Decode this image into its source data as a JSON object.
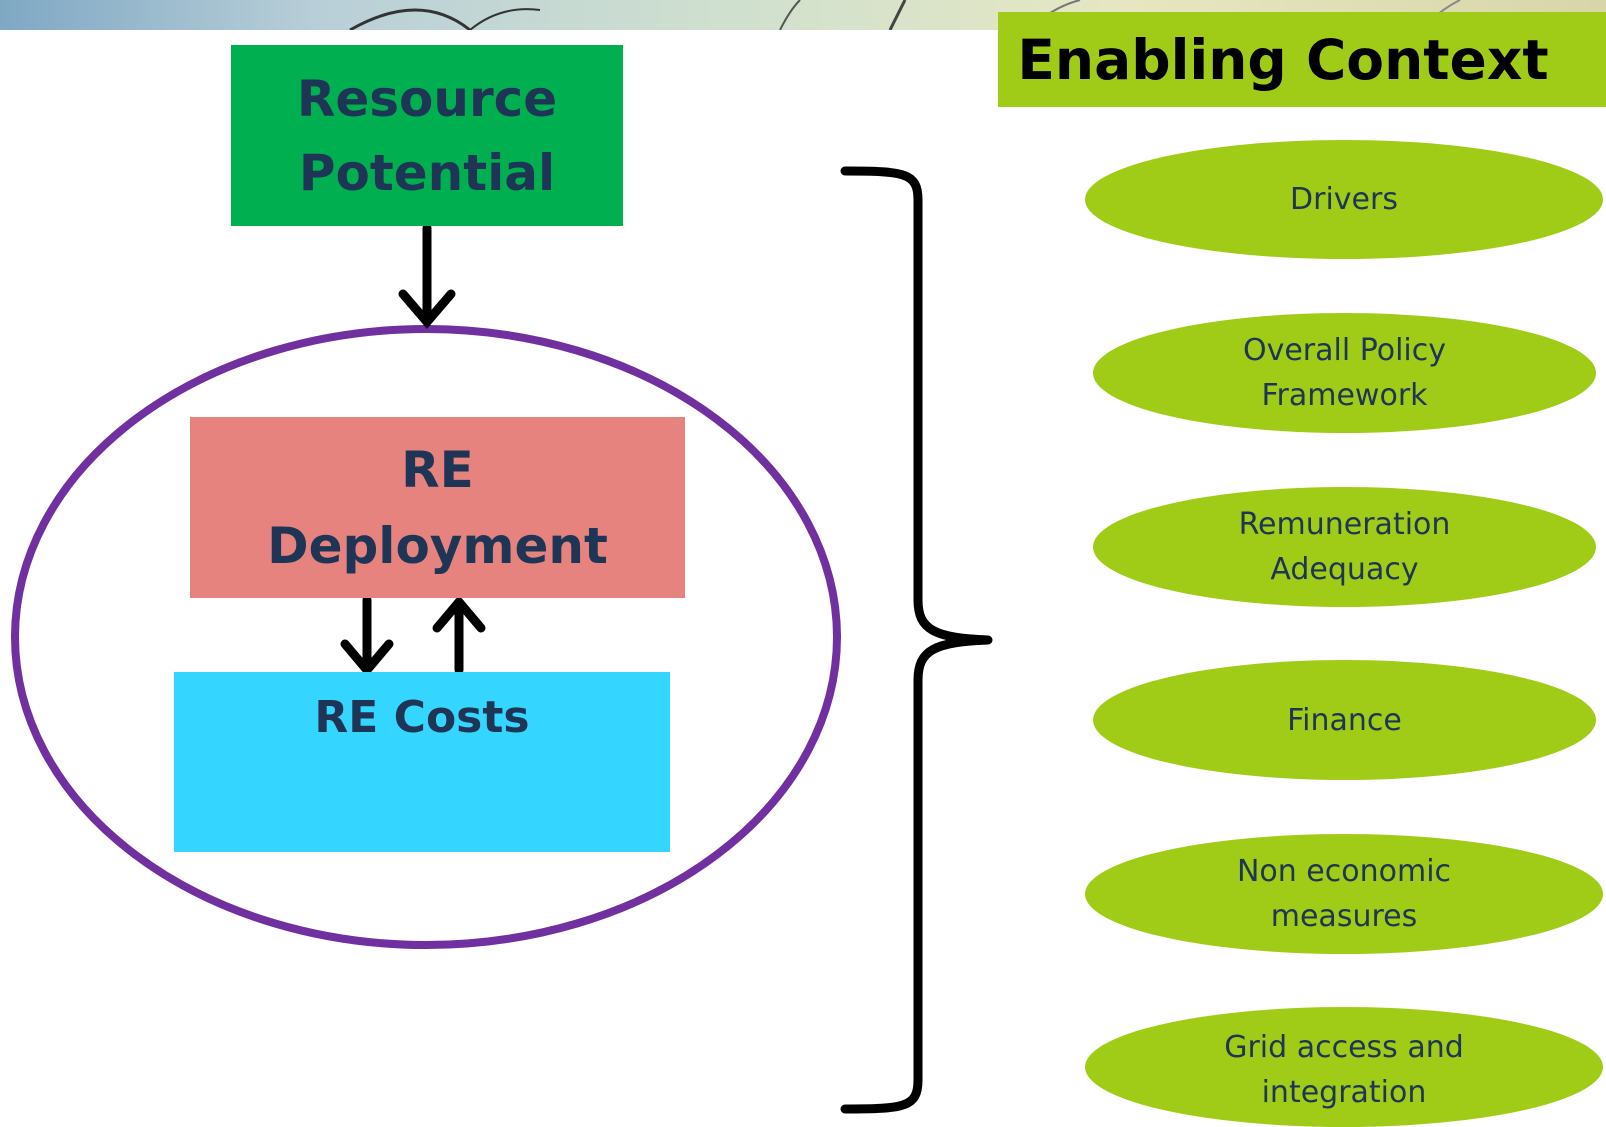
{
  "left": {
    "resource_box": {
      "lines": [
        "Resource",
        "Potential"
      ]
    },
    "deployment_box": {
      "lines": [
        "RE",
        "Deployment"
      ]
    },
    "costs_box": {
      "label": "RE Costs"
    }
  },
  "right": {
    "header": "Enabling Context",
    "items": [
      {
        "lines": [
          "Drivers"
        ]
      },
      {
        "lines": [
          "Overall Policy",
          "Framework"
        ]
      },
      {
        "lines": [
          "Remuneration",
          "Adequacy"
        ]
      },
      {
        "lines": [
          "Finance"
        ]
      },
      {
        "lines": [
          "Non economic",
          "measures"
        ]
      },
      {
        "lines": [
          "Grid access and",
          "integration"
        ]
      }
    ]
  },
  "colors": {
    "resource": "#00b050",
    "deployment": "#e6837f",
    "costs": "#34d6ff",
    "enabling": "#a0cc17",
    "ellipse_border": "#7030a0",
    "text": "#1f3556"
  }
}
